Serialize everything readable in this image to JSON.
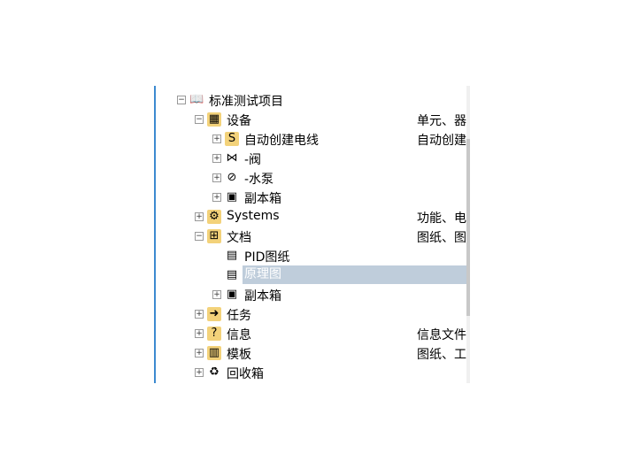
{
  "tree": [
    {
      "label": "标准测试项目",
      "desc": "",
      "level": 0,
      "expander": "minus",
      "icon": "book-icon"
    },
    {
      "label": "设备",
      "desc": "单元、器",
      "level": 1,
      "expander": "minus",
      "icon": "folder-devices-icon"
    },
    {
      "label": "自动创建电线",
      "desc": "自动创建",
      "level": 2,
      "expander": "plus",
      "icon": "folder-wire-icon"
    },
    {
      "label": "-阀",
      "desc": "",
      "level": 2,
      "expander": "plus",
      "icon": "valve-icon"
    },
    {
      "label": "-水泵",
      "desc": "",
      "level": 2,
      "expander": "plus",
      "icon": "pump-icon"
    },
    {
      "label": "副本箱",
      "desc": "",
      "level": 2,
      "expander": "plus",
      "icon": "copy-bin-icon"
    },
    {
      "label": "Systems",
      "desc": "功能、电",
      "level": 1,
      "expander": "plus",
      "icon": "folder-gear-icon"
    },
    {
      "label": "文档",
      "desc": "图纸、图",
      "level": 1,
      "expander": "minus",
      "icon": "folder-docs-icon"
    },
    {
      "label": "PID图纸",
      "desc": "",
      "level": 2,
      "expander": "none",
      "icon": "drawing-icon"
    },
    {
      "label": "原理图",
      "desc": "",
      "level": 2,
      "expander": "none",
      "icon": "drawing-icon",
      "selected": true
    },
    {
      "label": "副本箱",
      "desc": "",
      "level": 2,
      "expander": "plus",
      "icon": "copy-bin-icon"
    },
    {
      "label": "任务",
      "desc": "",
      "level": 1,
      "expander": "plus",
      "icon": "folder-task-icon"
    },
    {
      "label": "信息",
      "desc": "信息文件",
      "level": 1,
      "expander": "plus",
      "icon": "folder-info-icon"
    },
    {
      "label": "模板",
      "desc": "图纸、工",
      "level": 1,
      "expander": "plus",
      "icon": "folder-template-icon"
    },
    {
      "label": "回收箱",
      "desc": "",
      "level": 1,
      "expander": "plus",
      "icon": "recycle-bin-icon"
    }
  ],
  "glyphs": {
    "book-icon": "📖",
    "folder-devices-icon": "▦",
    "folder-wire-icon": "S",
    "valve-icon": "⋈",
    "pump-icon": "⊘",
    "copy-bin-icon": "▣",
    "folder-gear-icon": "⚙",
    "folder-docs-icon": "⊞",
    "drawing-icon": "▤",
    "folder-task-icon": "➜",
    "folder-info-icon": "?",
    "folder-template-icon": "▥",
    "recycle-bin-icon": "♻"
  }
}
